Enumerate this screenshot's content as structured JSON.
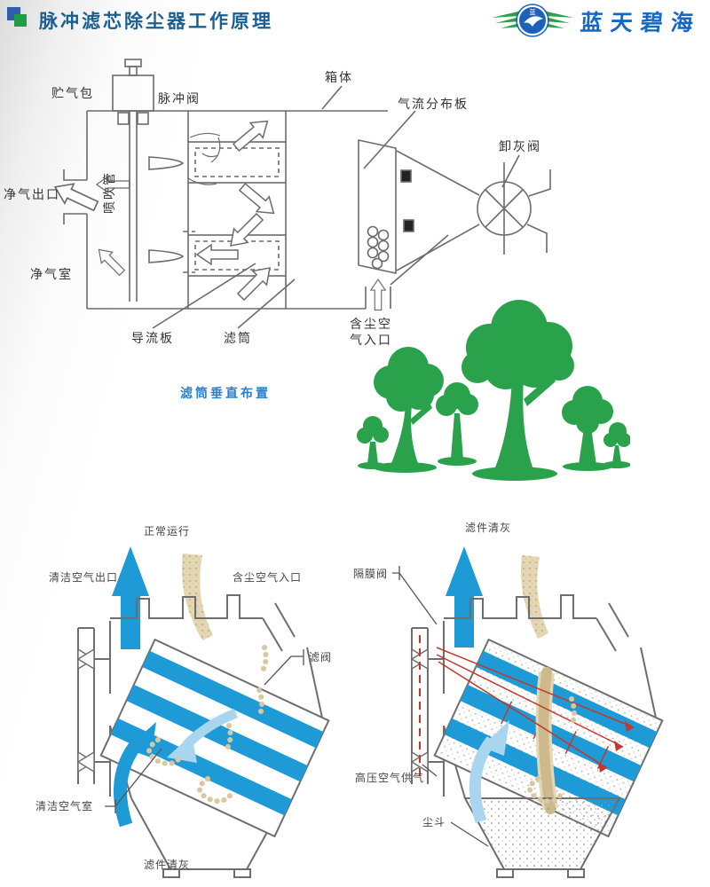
{
  "page": {
    "title": "脉冲滤芯除尘器工作原理"
  },
  "logo": {
    "text": "蓝天碧海",
    "badge_char": "蓝"
  },
  "main_diagram": {
    "caption": "滤筒垂直布置",
    "labels": {
      "storage_bag": "贮气包",
      "pulse_valve": "脉冲阀",
      "box_body": "箱体",
      "air_distribution_plate": "气流分布板",
      "ash_discharge_valve": "卸灰阀",
      "clean_gas_outlet": "净气出口",
      "blow_pipe": "喷吹管",
      "clean_gas_chamber": "净气室",
      "deflector_plate": "导流板",
      "filter_cartridge": "滤筒",
      "dusty_air_inlet_line1": "含尘空",
      "dusty_air_inlet_line2": "气入口"
    }
  },
  "normal_operation_diagram": {
    "title": "正常运行",
    "labels": {
      "clean_air_outlet": "清洁空气出口",
      "dusty_air_inlet": "含尘空气入口",
      "filter_valve": "滤阀",
      "clean_air_chamber": "清洁空气室"
    },
    "caption": "滤件清灰"
  },
  "cleaning_diagram": {
    "title": "滤件清灰",
    "labels": {
      "diaphragm_valve": "隔膜阀",
      "high_pressure_air_supply": "高压空气供气",
      "dust_hopper": "尘斗"
    }
  },
  "colors": {
    "accent_blue": "#1e9ad6",
    "light_blue": "#a9d5ef",
    "tree_green": "#2aa14b",
    "title_navy": "#1a5f93",
    "logo_blue": "#1467c5",
    "caption_blue": "#2a7fc9",
    "dust_beige": "#e4d8b4",
    "pulse_red": "#c0392b",
    "line_gray": "#6b6b6b"
  }
}
